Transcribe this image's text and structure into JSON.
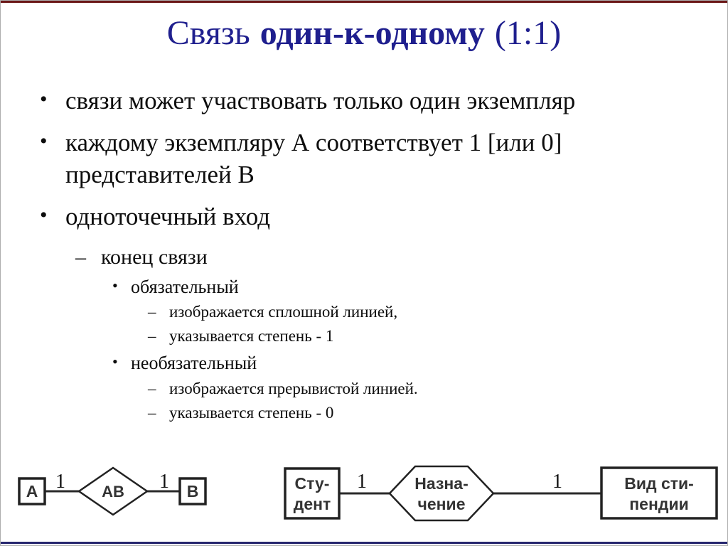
{
  "slide": {
    "decor": {
      "top_bar_color": "#6b1717",
      "bottom_bar_color": "#26266e",
      "title_color": "#1f1f8e"
    },
    "title": {
      "lead": "Связь",
      "emphasis": "один-к-одному",
      "tail": "(1:1)"
    },
    "bullets": [
      {
        "level": 1,
        "marker": "•",
        "text": "связи может участвовать только один экземпляр"
      },
      {
        "level": 1,
        "marker": "•",
        "text": "каждому экземпляру А соответствует 1 [или 0] представителей В"
      },
      {
        "level": 1,
        "marker": "•",
        "text": "одноточечный вход"
      },
      {
        "level": 2,
        "marker": "–",
        "text": "конец связи"
      },
      {
        "level": 3,
        "marker": "•",
        "text": "обязательный"
      },
      {
        "level": 4,
        "marker": "–",
        "text": "изображается сплошной линией,"
      },
      {
        "level": 4,
        "marker": "–",
        "text": "указывается степень - 1"
      },
      {
        "level": 3,
        "marker": "•",
        "text": "необязательный"
      },
      {
        "level": 4,
        "marker": "–",
        "text": "изображается прерывистой линией."
      },
      {
        "level": 4,
        "marker": "–",
        "text": "указывается степень - 0"
      }
    ],
    "diagrams": {
      "generic": {
        "left_entity": "А",
        "relationship": "АВ",
        "right_entity": "В",
        "left_degree": "1",
        "right_degree": "1"
      },
      "example": {
        "left_entity": [
          "Сту-",
          "дент"
        ],
        "relationship": [
          "Назна-",
          "чение"
        ],
        "right_entity": [
          "Вид сти-",
          "пендии"
        ],
        "left_degree": "1",
        "right_degree": "1"
      }
    }
  }
}
